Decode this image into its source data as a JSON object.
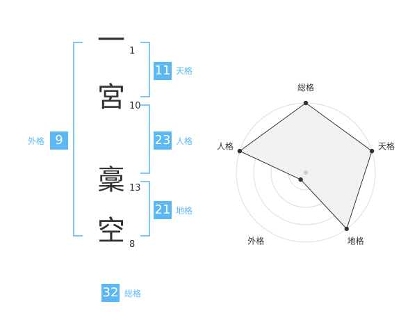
{
  "name": {
    "chars": [
      {
        "char": "一",
        "strokes": "1"
      },
      {
        "char": "宮",
        "strokes": "10"
      },
      {
        "char": "稾",
        "strokes": "13"
      },
      {
        "char": "空",
        "strokes": "8"
      }
    ]
  },
  "fortunes": {
    "tenkaku": {
      "value": "11",
      "label": "天格"
    },
    "jinkaku": {
      "value": "23",
      "label": "人格"
    },
    "chikaku": {
      "value": "21",
      "label": "地格"
    },
    "gaikaku": {
      "value": "9",
      "label": "外格"
    },
    "soukaku": {
      "value": "32",
      "label": "総格"
    }
  },
  "chart_data": {
    "type": "radar",
    "axes": [
      "総格",
      "天格",
      "地格",
      "外格",
      "人格"
    ],
    "values": [
      4,
      4,
      4,
      0.5,
      4
    ],
    "rmax": 4,
    "rings": 4,
    "colors": {
      "fill": "#f0f0f0",
      "line": "#333333",
      "ring": "#dddddd",
      "point": "#333333",
      "center": "#cccccc"
    }
  }
}
